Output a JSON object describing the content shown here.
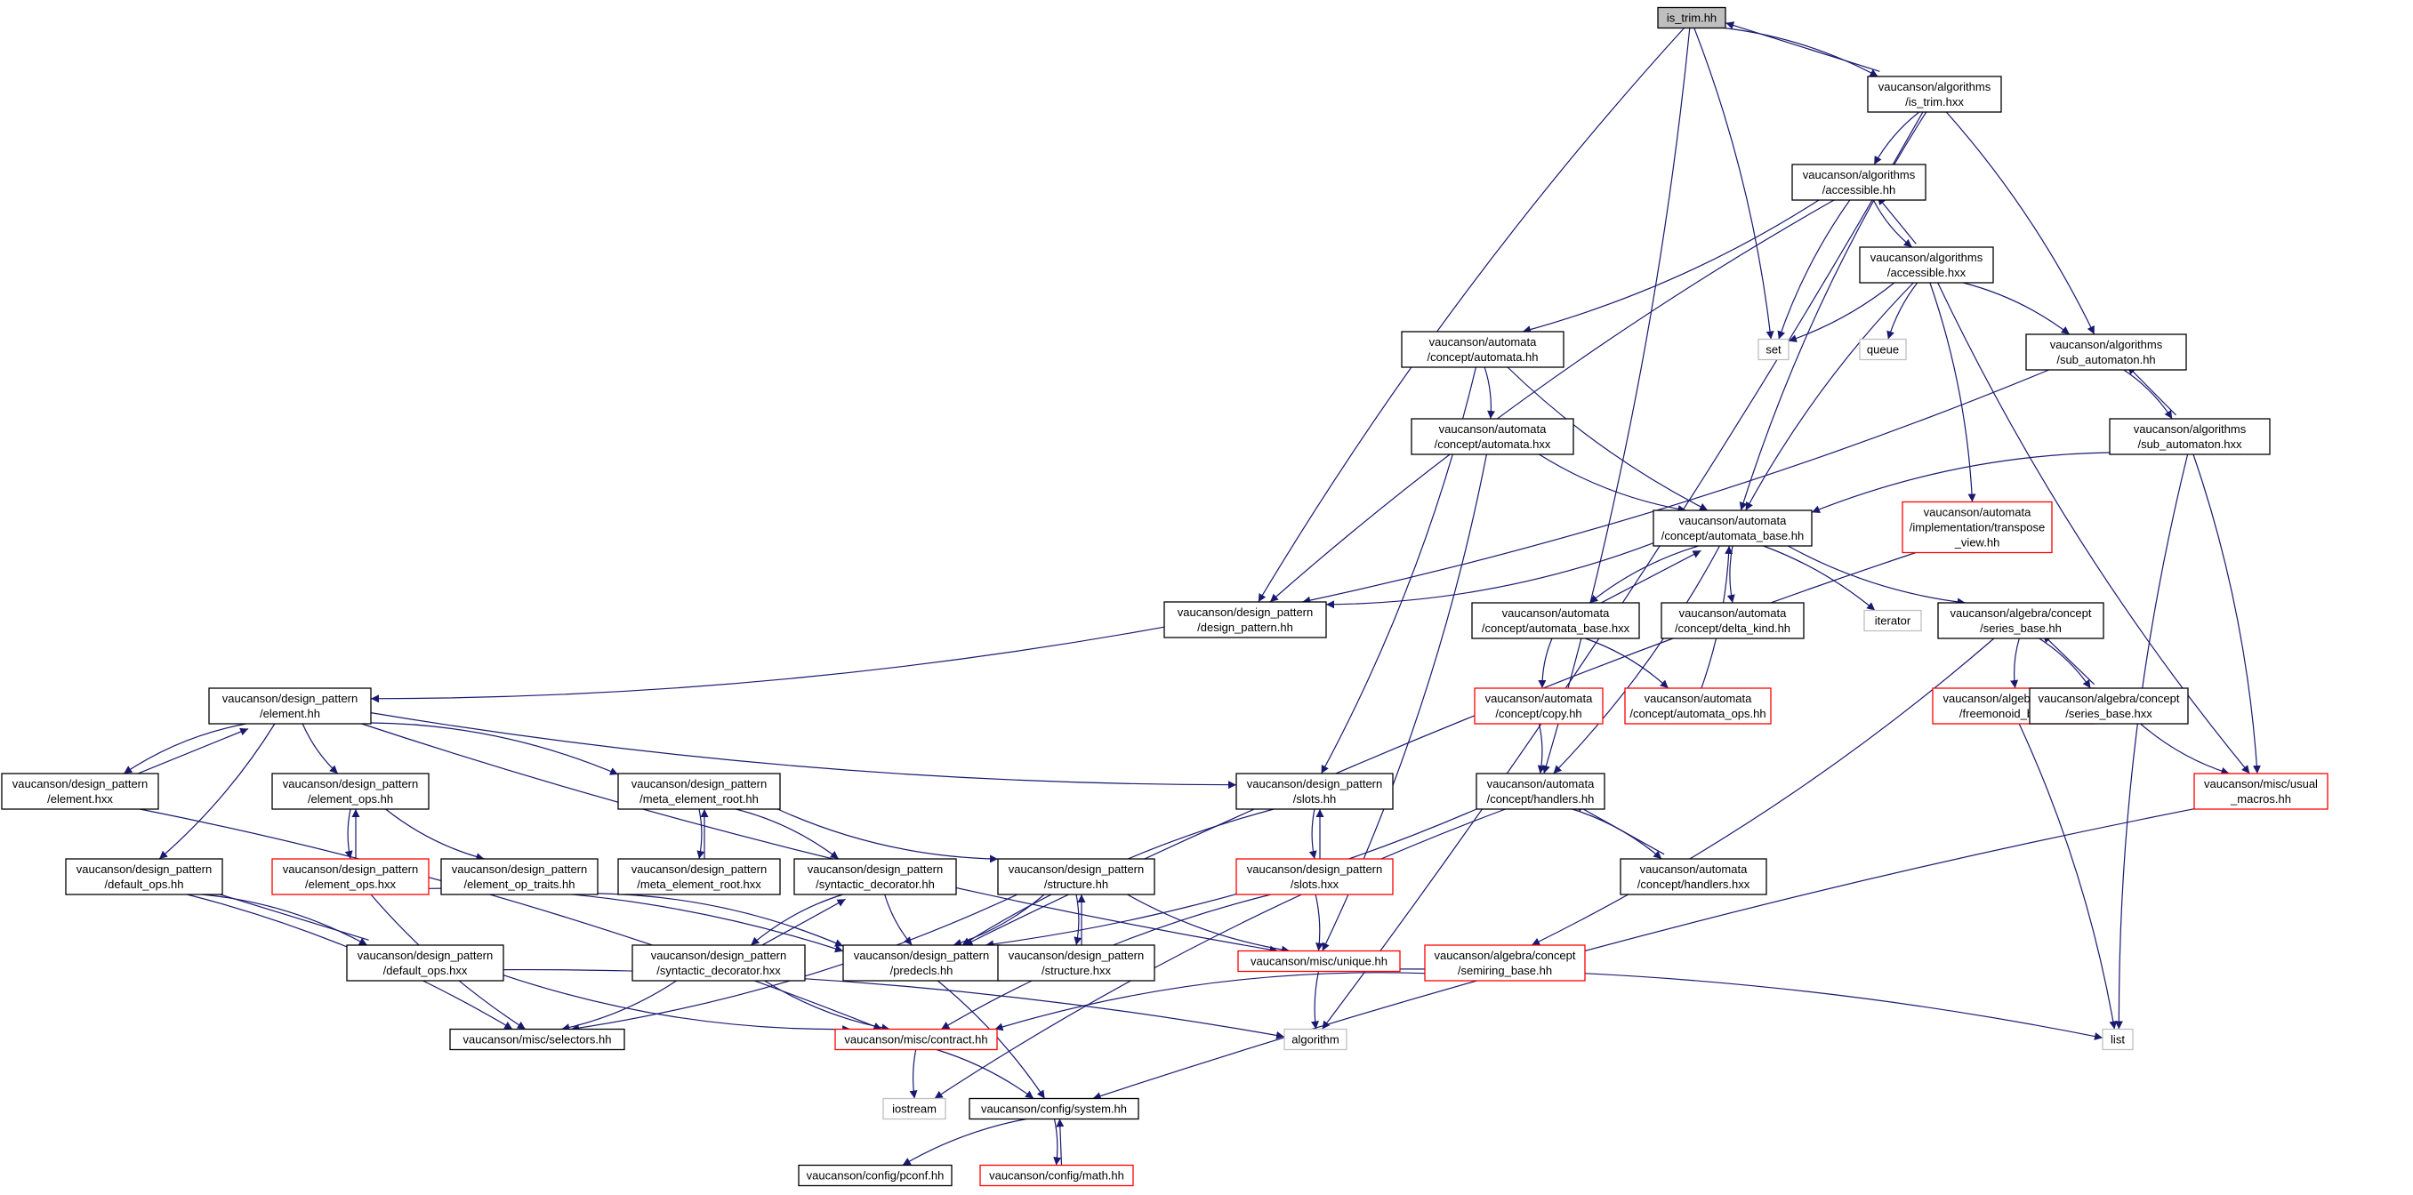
{
  "colors": {
    "edge": "#191970",
    "border_normal": "#000000",
    "border_truncated": "#ff0000",
    "border_system": "#bfbfbf",
    "fill_root": "#bfbfbf",
    "fill_normal": "#ffffff",
    "text": "#000000"
  },
  "nodes": [
    {
      "id": "is_trim_hh",
      "kind": "root",
      "lines": [
        "is_trim.hh"
      ]
    },
    {
      "id": "alg_is_trim_hxx",
      "kind": "normal",
      "lines": [
        "vaucanson/algorithms",
        "/is_trim.hxx"
      ]
    },
    {
      "id": "alg_accessible_hh",
      "kind": "normal",
      "lines": [
        "vaucanson/algorithms",
        "/accessible.hh"
      ]
    },
    {
      "id": "alg_accessible_hxx",
      "kind": "normal",
      "lines": [
        "vaucanson/algorithms",
        "/accessible.hxx"
      ]
    },
    {
      "id": "set",
      "kind": "system",
      "lines": [
        "set"
      ]
    },
    {
      "id": "queue",
      "kind": "system",
      "lines": [
        "queue"
      ]
    },
    {
      "id": "alg_sub_automaton_hh",
      "kind": "normal",
      "lines": [
        "vaucanson/algorithms",
        "/sub_automaton.hh"
      ]
    },
    {
      "id": "alg_sub_automaton_hxx",
      "kind": "normal",
      "lines": [
        "vaucanson/algorithms",
        "/sub_automaton.hxx"
      ]
    },
    {
      "id": "auto_concept_automata_hh",
      "kind": "normal",
      "lines": [
        "vaucanson/automata",
        "/concept/automata.hh"
      ]
    },
    {
      "id": "auto_concept_automata_hxx",
      "kind": "normal",
      "lines": [
        "vaucanson/automata",
        "/concept/automata.hxx"
      ]
    },
    {
      "id": "auto_transpose_view",
      "kind": "truncated",
      "lines": [
        "vaucanson/automata",
        "/implementation/transpose",
        "_view.hh"
      ]
    },
    {
      "id": "auto_automata_base_hh",
      "kind": "normal",
      "lines": [
        "vaucanson/automata",
        "/concept/automata_base.hh"
      ]
    },
    {
      "id": "dp_design_pattern_hh",
      "kind": "normal",
      "lines": [
        "vaucanson/design_pattern",
        "/design_pattern.hh"
      ]
    },
    {
      "id": "auto_automata_base_hxx",
      "kind": "normal",
      "lines": [
        "vaucanson/automata",
        "/concept/automata_base.hxx"
      ]
    },
    {
      "id": "auto_delta_kind",
      "kind": "normal",
      "lines": [
        "vaucanson/automata",
        "/concept/delta_kind.hh"
      ]
    },
    {
      "id": "iterator",
      "kind": "system",
      "lines": [
        "iterator"
      ]
    },
    {
      "id": "alg_series_base_hh",
      "kind": "normal",
      "lines": [
        "vaucanson/algebra/concept",
        "/series_base.hh"
      ]
    },
    {
      "id": "dp_element_hh",
      "kind": "normal",
      "lines": [
        "vaucanson/design_pattern",
        "/element.hh"
      ]
    },
    {
      "id": "auto_copy_hh",
      "kind": "truncated",
      "lines": [
        "vaucanson/automata",
        "/concept/copy.hh"
      ]
    },
    {
      "id": "auto_automata_ops",
      "kind": "truncated",
      "lines": [
        "vaucanson/automata",
        "/concept/automata_ops.hh"
      ]
    },
    {
      "id": "alg_freemonoid_base",
      "kind": "truncated",
      "lines": [
        "vaucanson/algebra/concept",
        "/freemonoid_base.hh"
      ]
    },
    {
      "id": "alg_series_base_hxx",
      "kind": "normal",
      "lines": [
        "vaucanson/algebra/concept",
        "/series_base.hxx"
      ]
    },
    {
      "id": "misc_usual_macros",
      "kind": "truncated",
      "lines": [
        "vaucanson/misc/usual",
        "_macros.hh"
      ]
    },
    {
      "id": "dp_element_hxx",
      "kind": "normal",
      "lines": [
        "vaucanson/design_pattern",
        "/element.hxx"
      ]
    },
    {
      "id": "dp_element_ops_hh",
      "kind": "normal",
      "lines": [
        "vaucanson/design_pattern",
        "/element_ops.hh"
      ]
    },
    {
      "id": "dp_meta_element_root_hh",
      "kind": "normal",
      "lines": [
        "vaucanson/design_pattern",
        "/meta_element_root.hh"
      ]
    },
    {
      "id": "dp_slots_hh",
      "kind": "normal",
      "lines": [
        "vaucanson/design_pattern",
        "/slots.hh"
      ]
    },
    {
      "id": "auto_handlers_hh",
      "kind": "normal",
      "lines": [
        "vaucanson/automata",
        "/concept/handlers.hh"
      ]
    },
    {
      "id": "dp_default_ops_hh",
      "kind": "normal",
      "lines": [
        "vaucanson/design_pattern",
        "/default_ops.hh"
      ]
    },
    {
      "id": "dp_element_ops_hxx",
      "kind": "truncated",
      "lines": [
        "vaucanson/design_pattern",
        "/element_ops.hxx"
      ]
    },
    {
      "id": "dp_element_op_traits",
      "kind": "normal",
      "lines": [
        "vaucanson/design_pattern",
        "/element_op_traits.hh"
      ]
    },
    {
      "id": "dp_meta_element_root_hxx",
      "kind": "normal",
      "lines": [
        "vaucanson/design_pattern",
        "/meta_element_root.hxx"
      ]
    },
    {
      "id": "dp_syntactic_decorator_hh",
      "kind": "normal",
      "lines": [
        "vaucanson/design_pattern",
        "/syntactic_decorator.hh"
      ]
    },
    {
      "id": "dp_structure_hh",
      "kind": "normal",
      "lines": [
        "vaucanson/design_pattern",
        "/structure.hh"
      ]
    },
    {
      "id": "dp_slots_hxx",
      "kind": "truncated",
      "lines": [
        "vaucanson/design_pattern",
        "/slots.hxx"
      ]
    },
    {
      "id": "auto_handlers_hxx",
      "kind": "normal",
      "lines": [
        "vaucanson/automata",
        "/concept/handlers.hxx"
      ]
    },
    {
      "id": "dp_default_ops_hxx",
      "kind": "normal",
      "lines": [
        "vaucanson/design_pattern",
        "/default_ops.hxx"
      ]
    },
    {
      "id": "dp_syntactic_decorator_hxx",
      "kind": "normal",
      "lines": [
        "vaucanson/design_pattern",
        "/syntactic_decorator.hxx"
      ]
    },
    {
      "id": "dp_predecls",
      "kind": "normal",
      "lines": [
        "vaucanson/design_pattern",
        "/predecls.hh"
      ]
    },
    {
      "id": "dp_structure_hxx",
      "kind": "normal",
      "lines": [
        "vaucanson/design_pattern",
        "/structure.hxx"
      ]
    },
    {
      "id": "misc_unique_hh",
      "kind": "truncated",
      "lines": [
        "vaucanson/misc/unique.hh"
      ]
    },
    {
      "id": "alg_semiring_base",
      "kind": "truncated",
      "lines": [
        "vaucanson/algebra/concept",
        "/semiring_base.hh"
      ]
    },
    {
      "id": "misc_selectors",
      "kind": "normal",
      "lines": [
        "vaucanson/misc/selectors.hh"
      ]
    },
    {
      "id": "misc_contract",
      "kind": "truncated",
      "lines": [
        "vaucanson/misc/contract.hh"
      ]
    },
    {
      "id": "algorithm",
      "kind": "system",
      "lines": [
        "algorithm"
      ]
    },
    {
      "id": "list",
      "kind": "system",
      "lines": [
        "list"
      ]
    },
    {
      "id": "iostream",
      "kind": "system",
      "lines": [
        "iostream"
      ]
    },
    {
      "id": "config_system",
      "kind": "normal",
      "lines": [
        "vaucanson/config/system.hh"
      ]
    },
    {
      "id": "config_pconf",
      "kind": "normal",
      "lines": [
        "vaucanson/config/pconf.hh"
      ]
    },
    {
      "id": "config_math",
      "kind": "truncated",
      "lines": [
        "vaucanson/config/math.hh"
      ]
    }
  ],
  "edges": [
    [
      "is_trim_hh",
      "alg_is_trim_hxx"
    ],
    [
      "alg_is_trim_hxx",
      "is_trim_hh"
    ],
    [
      "is_trim_hh",
      "set"
    ],
    [
      "is_trim_hh",
      "dp_design_pattern_hh"
    ],
    [
      "is_trim_hh",
      "auto_handlers_hh"
    ],
    [
      "alg_is_trim_hxx",
      "alg_accessible_hh"
    ],
    [
      "alg_is_trim_hxx",
      "alg_sub_automaton_hh"
    ],
    [
      "alg_is_trim_hxx",
      "auto_automata_base_hh"
    ],
    [
      "alg_is_trim_hxx",
      "algorithm"
    ],
    [
      "alg_accessible_hh",
      "alg_accessible_hxx"
    ],
    [
      "alg_accessible_hxx",
      "alg_accessible_hh"
    ],
    [
      "alg_accessible_hh",
      "set"
    ],
    [
      "alg_accessible_hh",
      "auto_concept_automata_hh"
    ],
    [
      "alg_accessible_hh",
      "dp_design_pattern_hh"
    ],
    [
      "alg_accessible_hxx",
      "set"
    ],
    [
      "alg_accessible_hxx",
      "queue"
    ],
    [
      "alg_accessible_hxx",
      "alg_sub_automaton_hh"
    ],
    [
      "alg_accessible_hxx",
      "auto_automata_base_hh"
    ],
    [
      "alg_accessible_hxx",
      "auto_transpose_view"
    ],
    [
      "alg_accessible_hxx",
      "misc_usual_macros"
    ],
    [
      "alg_sub_automaton_hh",
      "alg_sub_automaton_hxx"
    ],
    [
      "alg_sub_automaton_hxx",
      "alg_sub_automaton_hh"
    ],
    [
      "alg_sub_automaton_hh",
      "dp_design_pattern_hh"
    ],
    [
      "alg_sub_automaton_hxx",
      "auto_automata_base_hh"
    ],
    [
      "alg_sub_automaton_hxx",
      "misc_usual_macros"
    ],
    [
      "alg_sub_automaton_hxx",
      "list"
    ],
    [
      "auto_concept_automata_hh",
      "auto_concept_automata_hxx"
    ],
    [
      "auto_concept_automata_hh",
      "auto_automata_base_hh"
    ],
    [
      "auto_concept_automata_hh",
      "dp_slots_hh"
    ],
    [
      "auto_concept_automata_hxx",
      "auto_automata_base_hh"
    ],
    [
      "auto_concept_automata_hxx",
      "misc_unique_hh"
    ],
    [
      "auto_transpose_view",
      "dp_predecls"
    ],
    [
      "auto_automata_base_hh",
      "dp_design_pattern_hh"
    ],
    [
      "auto_automata_base_hh",
      "auto_automata_base_hxx"
    ],
    [
      "auto_automata_base_hxx",
      "auto_automata_base_hh"
    ],
    [
      "auto_automata_base_hh",
      "auto_delta_kind"
    ],
    [
      "auto_automata_base_hh",
      "iterator"
    ],
    [
      "auto_automata_base_hh",
      "alg_series_base_hh"
    ],
    [
      "auto_automata_base_hh",
      "auto_handlers_hh"
    ],
    [
      "auto_automata_base_hxx",
      "auto_copy_hh"
    ],
    [
      "auto_automata_base_hxx",
      "auto_automata_ops"
    ],
    [
      "auto_automata_ops",
      "auto_automata_base_hh"
    ],
    [
      "auto_copy_hh",
      "auto_handlers_hh"
    ],
    [
      "alg_series_base_hh",
      "alg_freemonoid_base"
    ],
    [
      "alg_series_base_hh",
      "alg_series_base_hxx"
    ],
    [
      "alg_series_base_hxx",
      "alg_series_base_hh"
    ],
    [
      "alg_series_base_hh",
      "alg_semiring_base"
    ],
    [
      "alg_series_base_hxx",
      "misc_usual_macros"
    ],
    [
      "alg_freemonoid_base",
      "list"
    ],
    [
      "misc_usual_macros",
      "config_system"
    ],
    [
      "dp_design_pattern_hh",
      "dp_element_hh"
    ],
    [
      "dp_element_hh",
      "dp_element_hxx"
    ],
    [
      "dp_element_hxx",
      "dp_element_hh"
    ],
    [
      "dp_element_hh",
      "dp_element_ops_hh"
    ],
    [
      "dp_element_hh",
      "dp_meta_element_root_hh"
    ],
    [
      "dp_element_hh",
      "dp_slots_hh"
    ],
    [
      "dp_element_hh",
      "dp_default_ops_hh"
    ],
    [
      "dp_element_hh",
      "misc_unique_hh"
    ],
    [
      "dp_element_hxx",
      "misc_contract"
    ],
    [
      "dp_element_ops_hh",
      "dp_element_ops_hxx"
    ],
    [
      "dp_element_ops_hxx",
      "dp_element_ops_hh"
    ],
    [
      "dp_element_ops_hh",
      "dp_element_op_traits"
    ],
    [
      "dp_element_ops_hxx",
      "dp_predecls"
    ],
    [
      "dp_element_ops_hxx",
      "misc_selectors"
    ],
    [
      "dp_meta_element_root_hh",
      "dp_meta_element_root_hxx"
    ],
    [
      "dp_meta_element_root_hxx",
      "dp_meta_element_root_hh"
    ],
    [
      "dp_meta_element_root_hh",
      "dp_syntactic_decorator_hh"
    ],
    [
      "dp_meta_element_root_hh",
      "dp_structure_hh"
    ],
    [
      "dp_element_op_traits",
      "dp_predecls"
    ],
    [
      "dp_slots_hh",
      "dp_slots_hxx"
    ],
    [
      "dp_slots_hxx",
      "dp_slots_hh"
    ],
    [
      "dp_slots_hh",
      "dp_predecls"
    ],
    [
      "dp_slots_hxx",
      "misc_unique_hh"
    ],
    [
      "dp_slots_hxx",
      "misc_contract"
    ],
    [
      "auto_handlers_hh",
      "auto_handlers_hxx"
    ],
    [
      "auto_handlers_hxx",
      "auto_handlers_hh"
    ],
    [
      "auto_handlers_hh",
      "dp_predecls"
    ],
    [
      "auto_handlers_hh",
      "iostream"
    ],
    [
      "dp_default_ops_hh",
      "dp_default_ops_hxx"
    ],
    [
      "dp_default_ops_hxx",
      "dp_default_ops_hh"
    ],
    [
      "dp_default_ops_hh",
      "misc_selectors"
    ],
    [
      "dp_default_ops_hxx",
      "misc_contract"
    ],
    [
      "dp_default_ops_hxx",
      "algorithm"
    ],
    [
      "dp_syntactic_decorator_hh",
      "dp_syntactic_decorator_hxx"
    ],
    [
      "dp_syntactic_decorator_hxx",
      "dp_syntactic_decorator_hh"
    ],
    [
      "dp_syntactic_decorator_hh",
      "dp_predecls"
    ],
    [
      "dp_syntactic_decorator_hxx",
      "misc_selectors"
    ],
    [
      "dp_syntactic_decorator_hxx",
      "misc_contract"
    ],
    [
      "dp_structure_hh",
      "dp_structure_hxx"
    ],
    [
      "dp_structure_hxx",
      "dp_structure_hh"
    ],
    [
      "dp_structure_hh",
      "dp_predecls"
    ],
    [
      "dp_structure_hh",
      "misc_unique_hh"
    ],
    [
      "dp_structure_hh",
      "misc_selectors"
    ],
    [
      "misc_unique_hh",
      "algorithm"
    ],
    [
      "misc_unique_hh",
      "list"
    ],
    [
      "alg_semiring_base",
      "misc_contract"
    ],
    [
      "dp_predecls",
      "config_system"
    ],
    [
      "misc_contract",
      "iostream"
    ],
    [
      "misc_contract",
      "config_system"
    ],
    [
      "config_system",
      "config_pconf"
    ],
    [
      "config_system",
      "config_math"
    ],
    [
      "config_math",
      "config_system"
    ]
  ]
}
